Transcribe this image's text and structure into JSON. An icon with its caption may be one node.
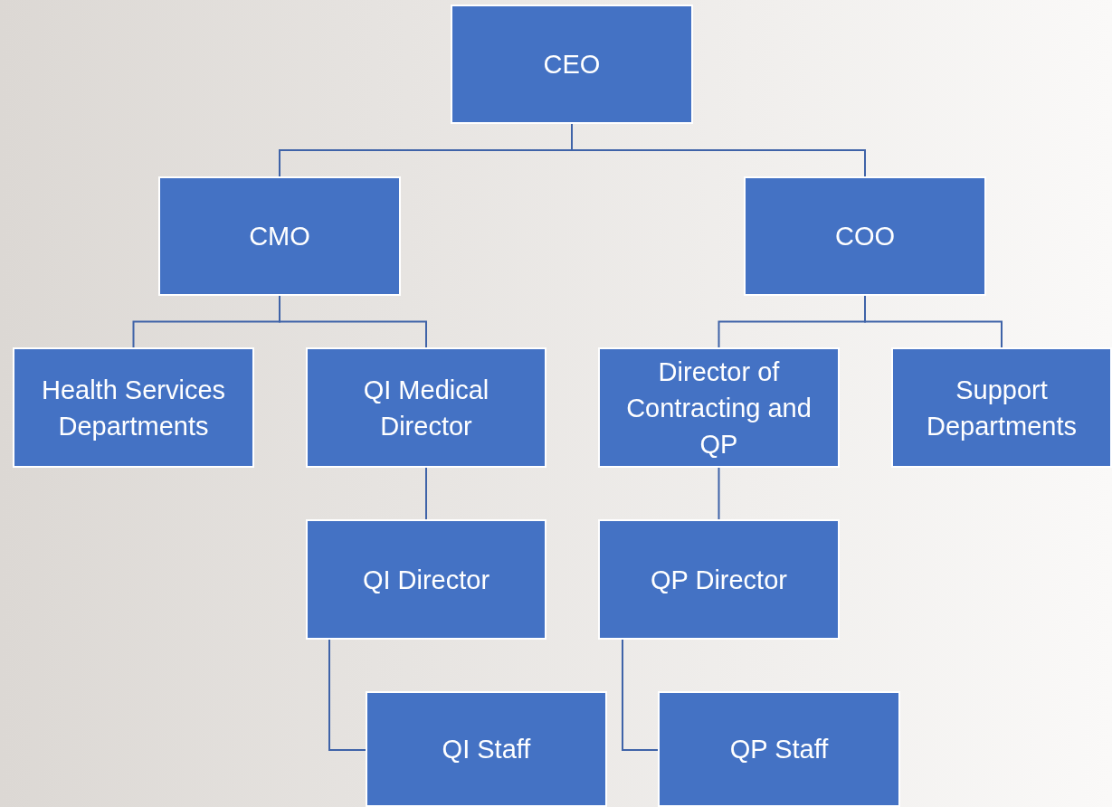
{
  "diagram": {
    "nodes": [
      {
        "text": [
          "CEO"
        ]
      },
      {
        "text": [
          "CMO"
        ]
      },
      {
        "text": [
          "COO"
        ]
      },
      {
        "text": [
          "Health Services Departments"
        ]
      },
      {
        "text": [
          "QI Medical Director"
        ]
      },
      {
        "text": [
          "Director of Contracting and QP"
        ]
      },
      {
        "text": [
          "Support Departments"
        ]
      },
      {
        "text": [
          "QI Director"
        ]
      },
      {
        "text": [
          "QP Director"
        ]
      },
      {
        "text": [
          "QI Staff"
        ]
      },
      {
        "text": [
          "QP Staff"
        ]
      }
    ],
    "edges": [
      {
        "from": 0,
        "to": 1,
        "arrow": "none"
      },
      {
        "from": 0,
        "to": 2,
        "arrow": "none"
      },
      {
        "from": 1,
        "to": 3,
        "arrow": "none"
      },
      {
        "from": 1,
        "to": 4,
        "arrow": "none"
      },
      {
        "from": 2,
        "to": 5,
        "arrow": "none"
      },
      {
        "from": 2,
        "to": 6,
        "arrow": "none"
      },
      {
        "from": 4,
        "to": 7,
        "arrow": "none"
      },
      {
        "from": 5,
        "to": 8,
        "arrow": "none"
      },
      {
        "from": 7,
        "to": 9,
        "arrow": "none"
      },
      {
        "from": 8,
        "to": 10,
        "arrow": "none"
      }
    ]
  }
}
